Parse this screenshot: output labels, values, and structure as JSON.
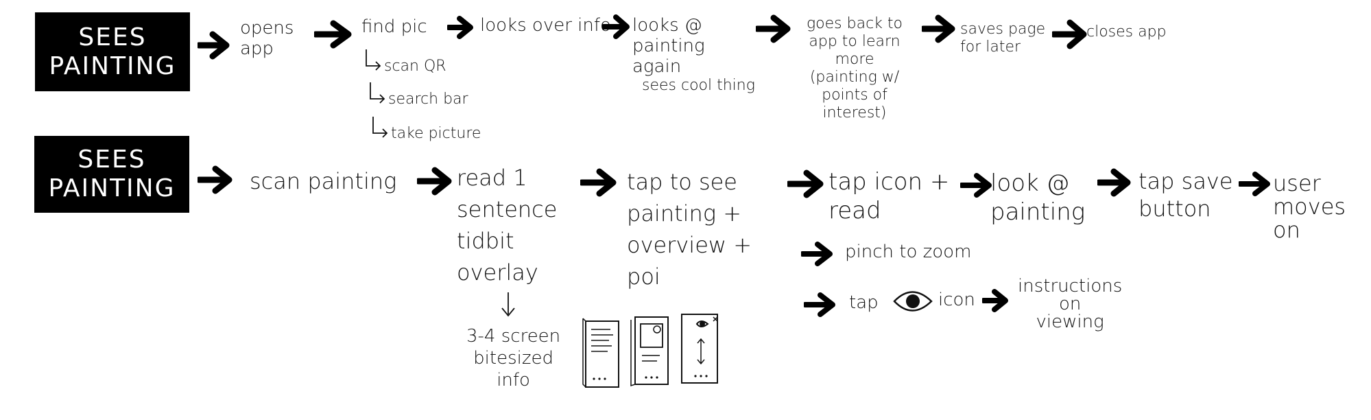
{
  "row1": {
    "start": {
      "line1": "SEES",
      "line2": "PAINTING"
    },
    "steps": [
      "opens\napp",
      "find pic",
      "looks over info",
      "looks @\npainting\nagain",
      "goes back to\napp to learn\nmore\n(painting w/\npoints of\ninterest)",
      "saves page\nfor later",
      "closes app"
    ],
    "find_options": [
      "scan QR",
      "search bar",
      "take picture"
    ],
    "sees_note": "sees cool thing"
  },
  "row2": {
    "start": {
      "line1": "SEES",
      "line2": "PAINTING"
    },
    "steps": [
      "scan painting",
      "read 1\nsentence\ntidbit\noverlay",
      "tap to see\npainting +\noverview +\npoi",
      "tap icon +\nread",
      "look @\npainting",
      "tap save\nbutton",
      "user\nmoves\non"
    ],
    "tidbit_detail": "3-4 screen\nbitesized\ninfo",
    "branches": [
      "pinch to zoom",
      "tap",
      "icon",
      "instructions\non\nviewing"
    ]
  },
  "icons": [
    "arrow-right",
    "hook-arrow",
    "arrow-down",
    "eye-icon",
    "phone-sketch"
  ]
}
